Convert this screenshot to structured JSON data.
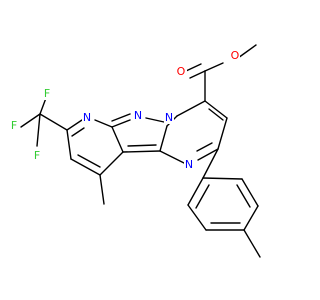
{
  "structure": {
    "atoms": {
      "ester_O_single": {
        "label": "O",
        "color": "#ff0000"
      },
      "ester_O_double": {
        "label": "O",
        "color": "#ff0000"
      },
      "N_bridge": {
        "label": "N",
        "color": "#0000ff"
      },
      "N_pyrazole": {
        "label": "N",
        "color": "#0000ff"
      },
      "N_pyridine": {
        "label": "N",
        "color": "#0000ff"
      },
      "N_pyrimidine": {
        "label": "N",
        "color": "#0000ff"
      },
      "F_top": {
        "label": "F",
        "color": "#33cc33"
      },
      "F_left": {
        "label": "F",
        "color": "#33cc33"
      },
      "F_bottom": {
        "label": "F",
        "color": "#33cc33"
      }
    }
  }
}
